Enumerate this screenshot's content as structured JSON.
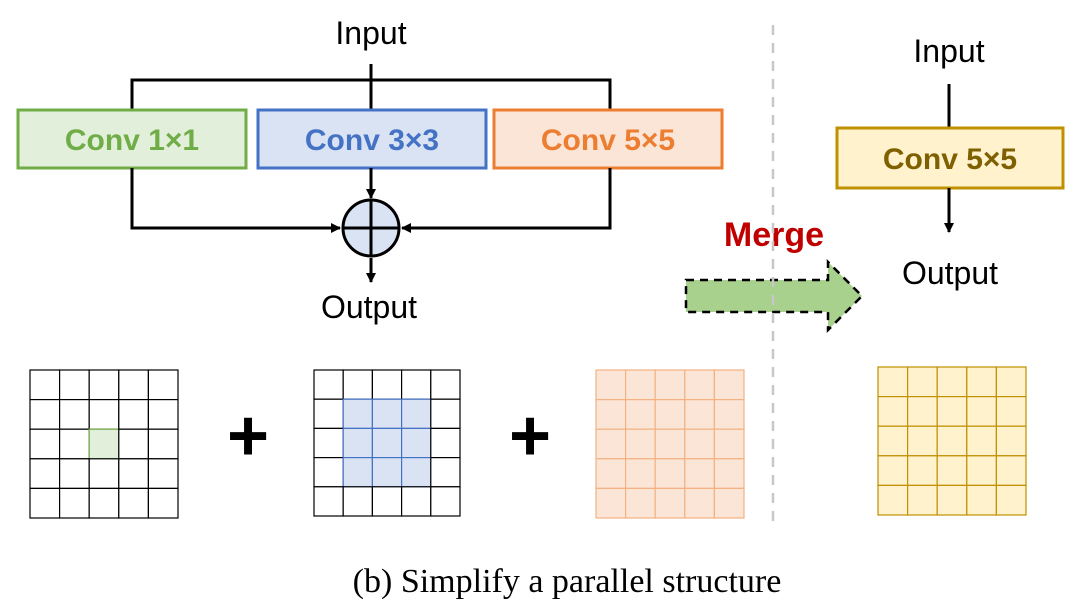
{
  "left": {
    "input_label": "Input",
    "output_label": "Output",
    "branches": [
      {
        "label": "Conv 1×1",
        "fill": "#e2efda",
        "stroke": "#70ad47",
        "text_color": "#70ad47"
      },
      {
        "label": "Conv 3×3",
        "fill": "#dae3f3",
        "stroke": "#4472c4",
        "text_color": "#4472c4"
      },
      {
        "label": "Conv 5×5",
        "fill": "#fbe5d6",
        "stroke": "#ed7d31",
        "text_color": "#ed7d31"
      }
    ],
    "sum_node_fill": "#dae3f3"
  },
  "merge": {
    "label": "Merge",
    "label_color": "#c00000",
    "arrow_fill": "#a9d18e"
  },
  "right": {
    "input_label": "Input",
    "output_label": "Output",
    "box": {
      "label": "Conv 5×5",
      "fill": "#fff2cc",
      "stroke": "#bf9000",
      "text_color": "#7f6000"
    }
  },
  "kernels": [
    {
      "name": "kernel-1x1",
      "grid": 5,
      "highlight": 1,
      "fill": "#e2efda",
      "stroke": "#70ad47"
    },
    {
      "name": "kernel-3x3",
      "grid": 5,
      "highlight": 3,
      "fill": "#dae3f3",
      "stroke": "#4472c4"
    },
    {
      "name": "kernel-5x5",
      "grid": 5,
      "highlight": 5,
      "fill": "#fbe5d6",
      "stroke": "#f4b183"
    },
    {
      "name": "kernel-merged-5x5",
      "grid": 5,
      "highlight": 5,
      "fill": "#fff2cc",
      "stroke": "#bf9000"
    }
  ],
  "plus_sign": "+",
  "caption": "(b) Simplify a parallel structure"
}
